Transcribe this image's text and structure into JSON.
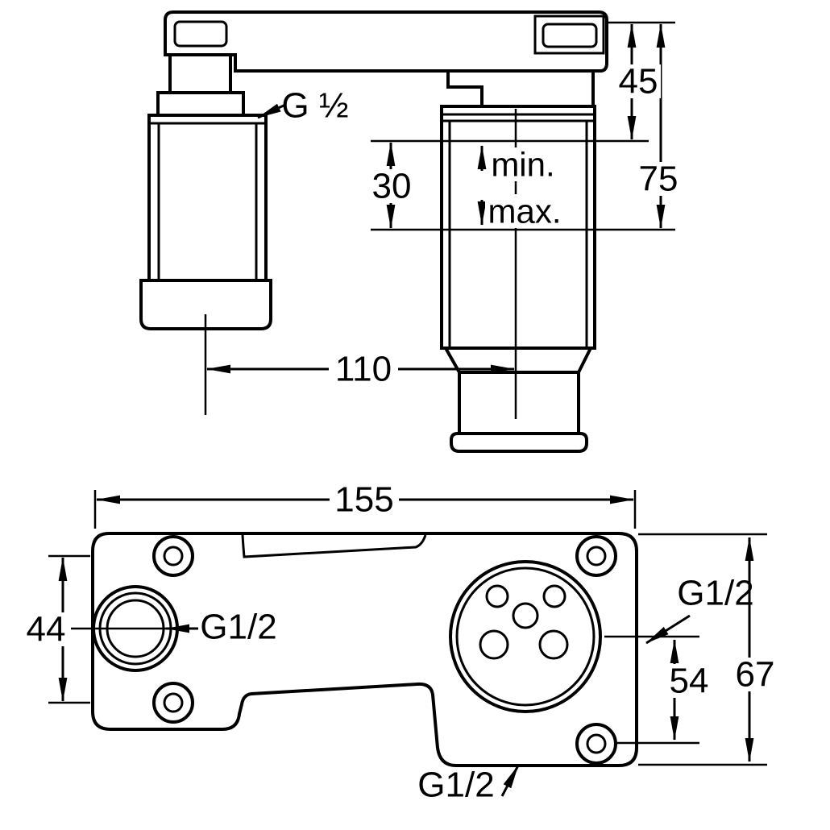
{
  "page": {
    "background": "#ffffff",
    "line_color": "#000000",
    "description": "Technical installation drawing of a concealed wall-mounted basin mixer body with mounting bracket"
  },
  "top_view": {
    "labels": {
      "thread": "G ½",
      "min": "min.",
      "max": "max."
    },
    "dimensions": {
      "height_to_min": "45",
      "height_to_max": "75",
      "adjustment_range": "30",
      "center_distance": "110"
    }
  },
  "bottom_view": {
    "labels": {
      "thread_left": "G1/2",
      "thread_right": "G1/2",
      "thread_bottom": "G1/2"
    },
    "dimensions": {
      "overall_width": "155",
      "left_hole_spacing": "44",
      "right_hole_spacing": "54",
      "overall_height": "67"
    }
  }
}
